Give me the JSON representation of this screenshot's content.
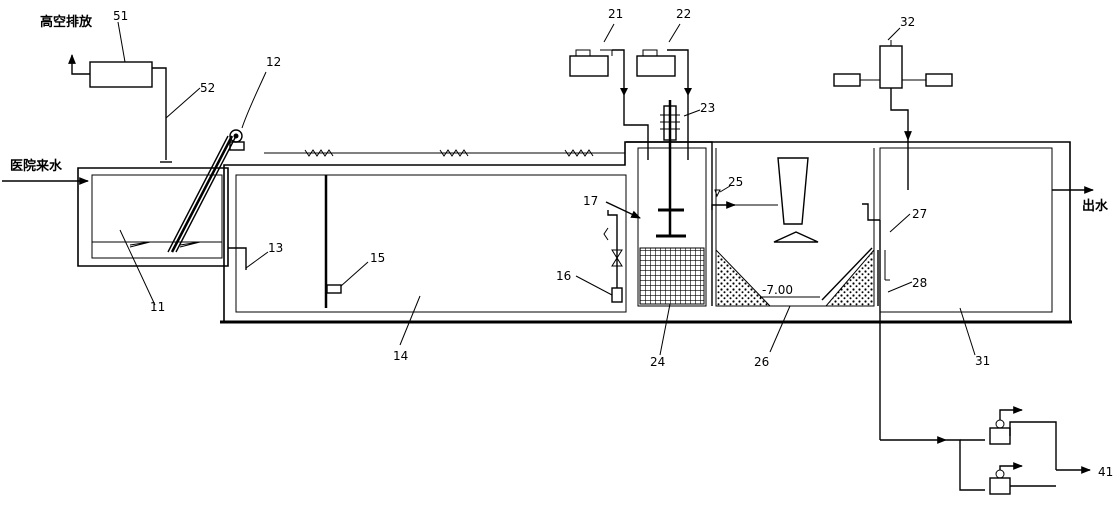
{
  "labels": {
    "exhaust": "高空排放",
    "inlet": "医院来水",
    "outlet": "出水",
    "n51": "51",
    "n52": "52",
    "n12": "12",
    "n11": "11",
    "n13": "13",
    "n14": "14",
    "n15": "15",
    "n16": "16",
    "n17": "17",
    "n21": "21",
    "n22": "22",
    "n23": "23",
    "n24": "24",
    "n25": "25",
    "n26": "26",
    "n27": "27",
    "n28": "28",
    "n31": "31",
    "n32": "32",
    "n41": "41",
    "level": "-7.00"
  }
}
